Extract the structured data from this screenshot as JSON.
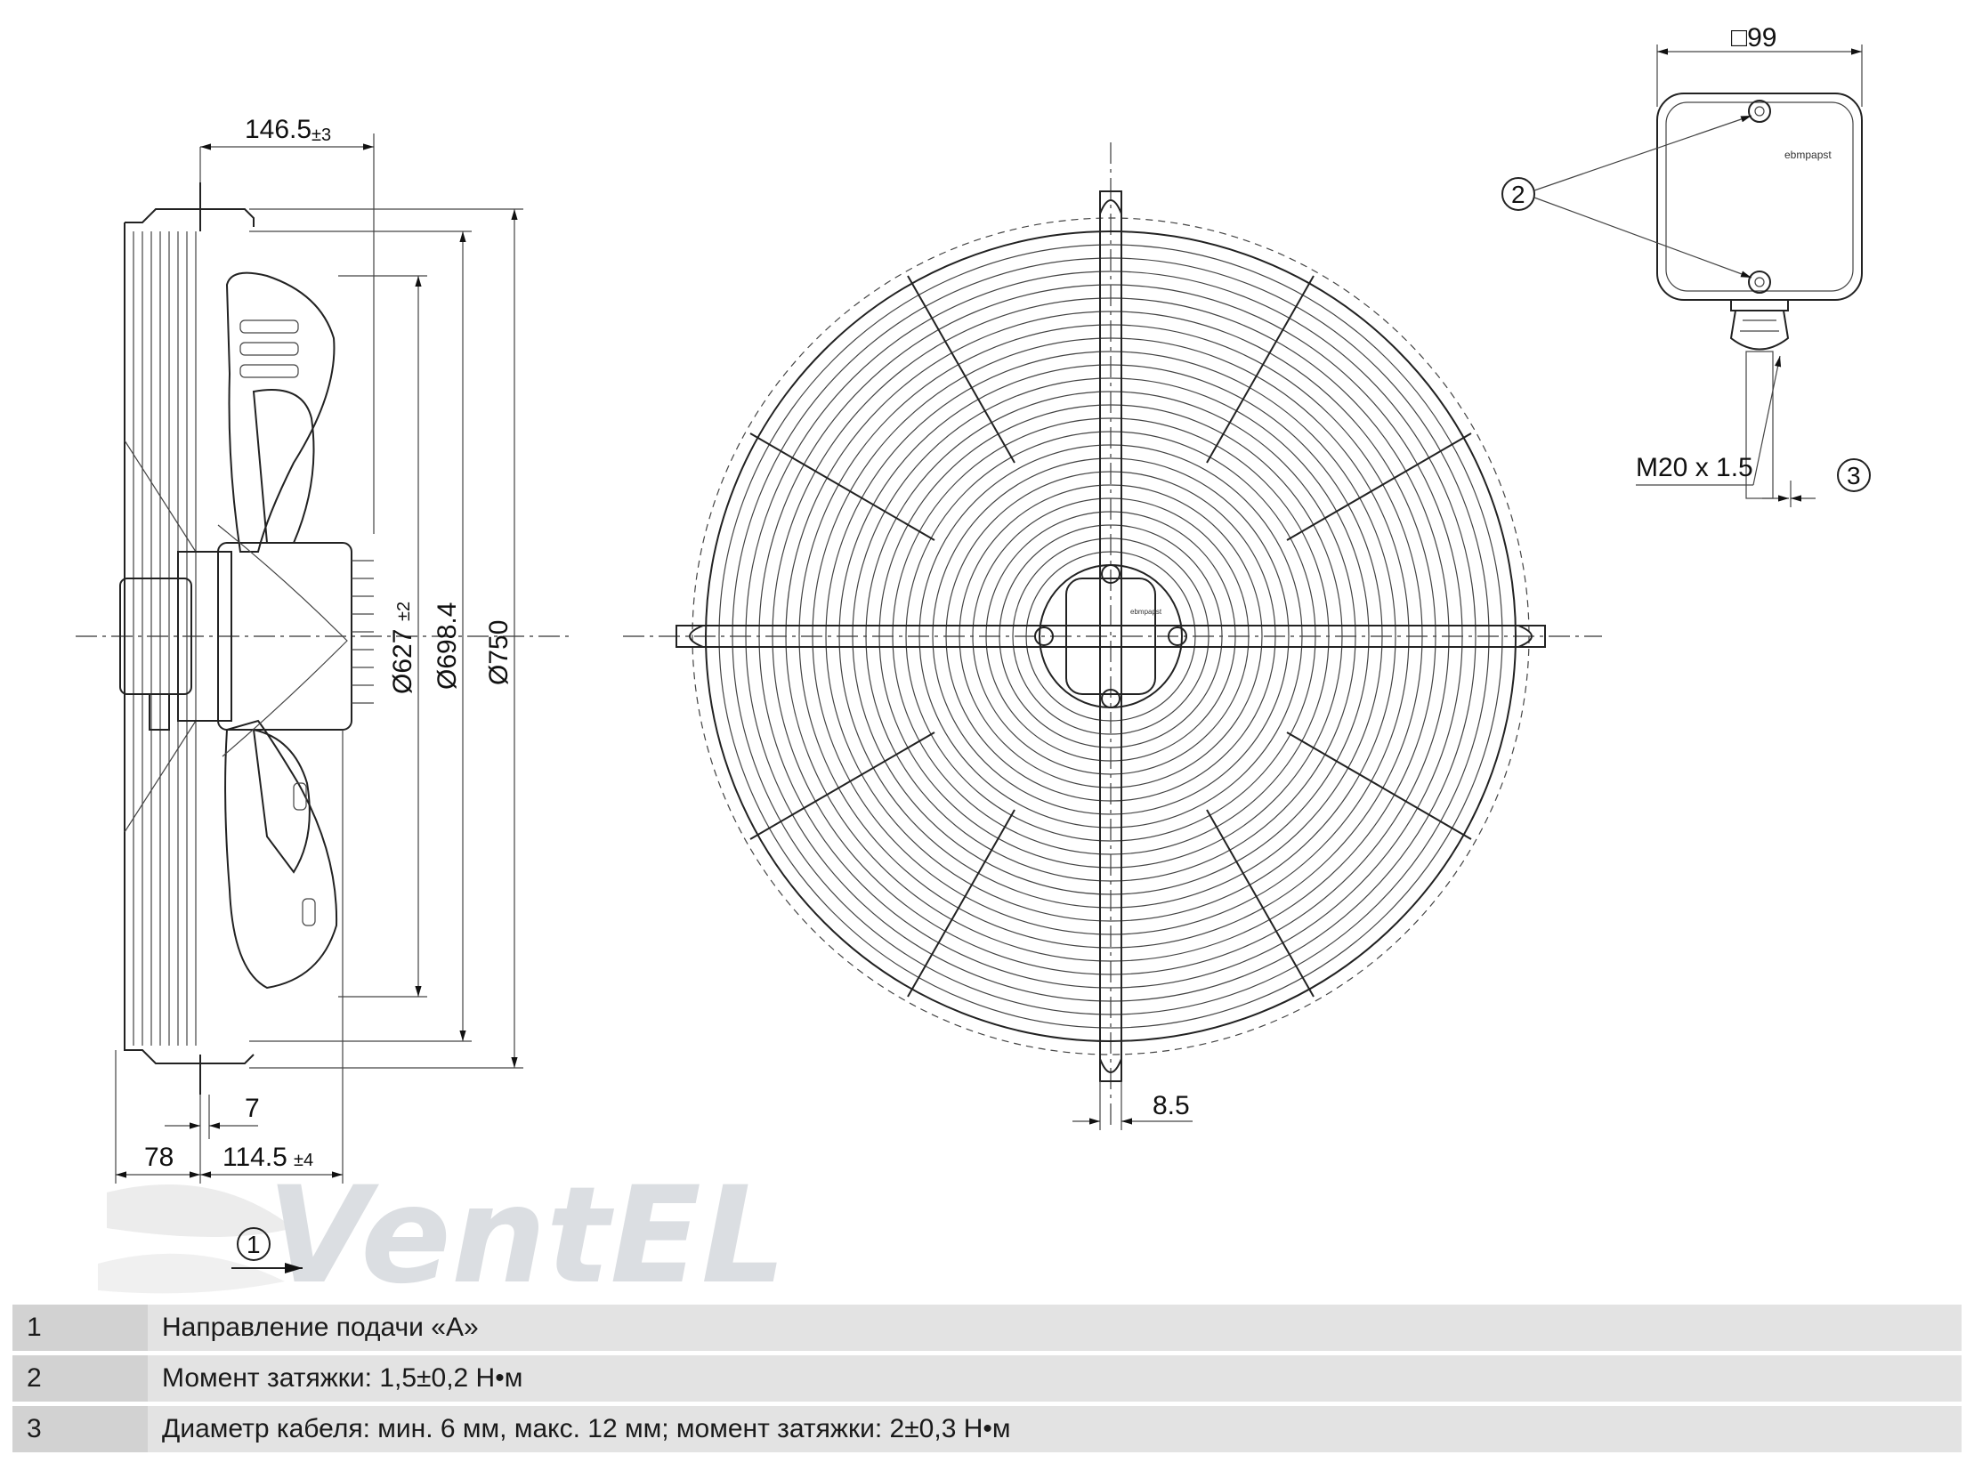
{
  "dimensions": {
    "side_depth": "146.5",
    "side_depth_tol": "±3",
    "dia_627": "Ø627",
    "dia_627_tol": "±2",
    "dia_698": "Ø698.4",
    "dia_750": "Ø750",
    "d7": "7",
    "d78": "78",
    "d114": "114.5",
    "d114_tol": "±4",
    "d85": "8.5",
    "box": "□99",
    "thread": "M20 x 1.5"
  },
  "callouts": [
    "1",
    "2",
    "3"
  ],
  "brand_label": "ebmpapst",
  "watermark": "VentEL",
  "legend": [
    {
      "num": "1",
      "text": "Направление подачи «A»"
    },
    {
      "num": "2",
      "text": "Момент затяжки: 1,5±0,2 Н•м"
    },
    {
      "num": "3",
      "text": "Диаметр кабеля: мин. 6 мм, макс. 12 мм; момент затяжки: 2±0,3 Н•м"
    }
  ]
}
